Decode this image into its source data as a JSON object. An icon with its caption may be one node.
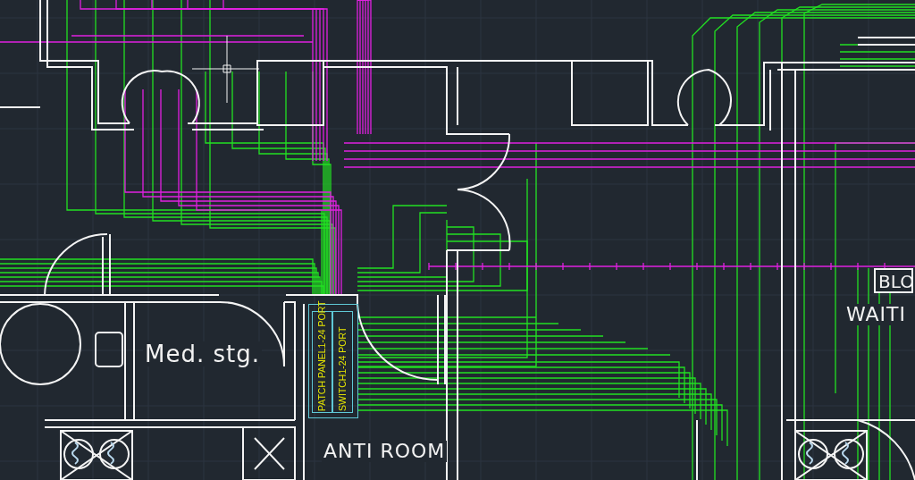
{
  "diagram": {
    "nodes": [
      {
        "text": [],
        "shape": "box"
      },
      {
        "text": [
          "PATCH PANEL1-24 PORT"
        ],
        "in": 0
      },
      {
        "text": [
          "SWITCH1-24 PORT"
        ],
        "in": 0
      },
      {
        "text": [
          "BLO"
        ]
      }
    ],
    "labels": [
      "Med. stg.",
      "ANTI ROOM",
      "WAITI"
    ]
  }
}
